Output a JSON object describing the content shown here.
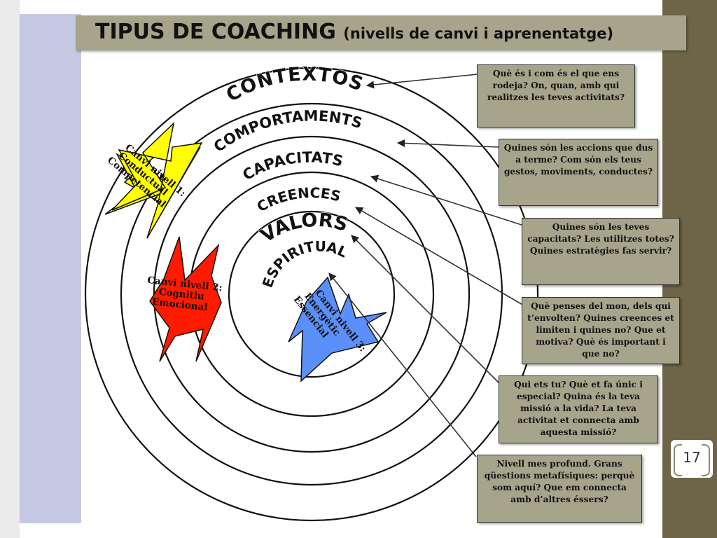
{
  "slide": {
    "title_main": "TIPUS DE COACHING",
    "title_sub": "(nivells de canvi i aprenentatge)",
    "page_number": "17"
  },
  "levels": {
    "contextos": "CONTEXTOS",
    "comportaments": "COMPORTAMENTS",
    "capacitats": "CAPACITATS",
    "creences": "CREENCES",
    "valors": "VALORS",
    "espiritual": "ESPIRITUAL"
  },
  "change_levels": [
    {
      "line1": "Canvi nivell 1:",
      "line2": "Conductual",
      "line3": "Competencial",
      "color": "#ffff00"
    },
    {
      "line1": "Canvi nivell 2:",
      "line2": "Cognitiu",
      "line3": "Emocional",
      "color": "#ff0000"
    },
    {
      "line1": "Canvi nivell 3:",
      "line2": "Energètic",
      "line3": "Essencial",
      "color": "#5b8ff9"
    }
  ],
  "questions": [
    "Què és i com és el que ens rodeja? On, quan, amb qui realitzes les teves activitats?",
    "Quines són les accions que dus a terme? Com són els teus gestos, moviments, conductes?",
    "Quines són les teves capacitats? Les utilitzes totes? Quines estratègies fas servir?",
    "Què penses del mon, dels qui t’envolten? Quines creences et limiten i quines no? Que et motiva? Què és important i que no?",
    "Qui ets tu? Què et fa únic i especial? Quina és la teva missió a la vida? La teva activitat et connecta amb aquesta missió?",
    "Nivell mes profund. Grans qüestions metafísiques: perquè som aquí? Que em connecta amb d’altres éssers?"
  ],
  "colors": {
    "title_bar": "#a6a48a",
    "question_box": "#a6a48a",
    "left_band": "#c5c9e3",
    "right_band": "#6e6549"
  }
}
